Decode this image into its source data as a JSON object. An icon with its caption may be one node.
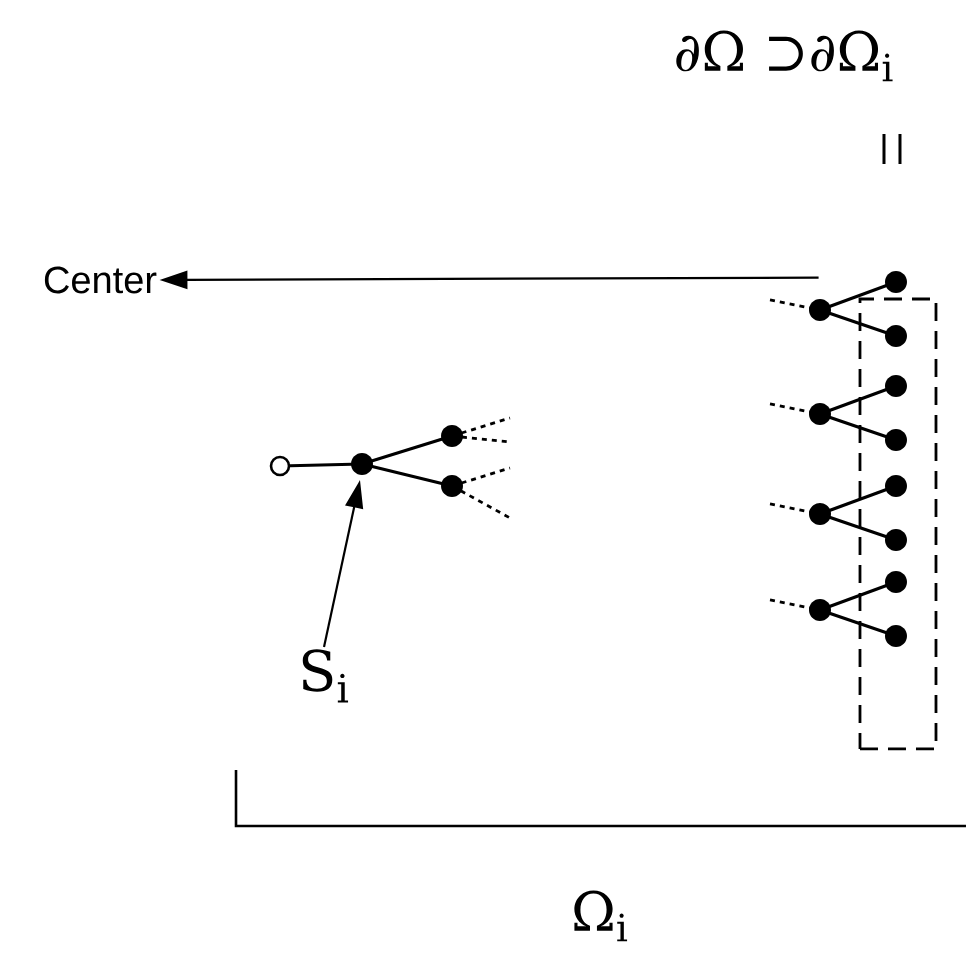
{
  "diagram": {
    "nodes": [
      {
        "text": [
          "Center"
        ]
      },
      {
        "text": [
          "S$_{i}$"
        ]
      },
      {
        "text": [],
        "shape": "box"
      }
    ],
    "edges": [
      {
        "from": 2,
        "to": 0,
        "arrow": "to"
      },
      {
        "from": 1,
        "to": null,
        "arrow": "to"
      }
    ],
    "labels": [
      "∂Ω ⊃∂Ω$_{i}$",
      "Ω$_{i}$"
    ]
  }
}
